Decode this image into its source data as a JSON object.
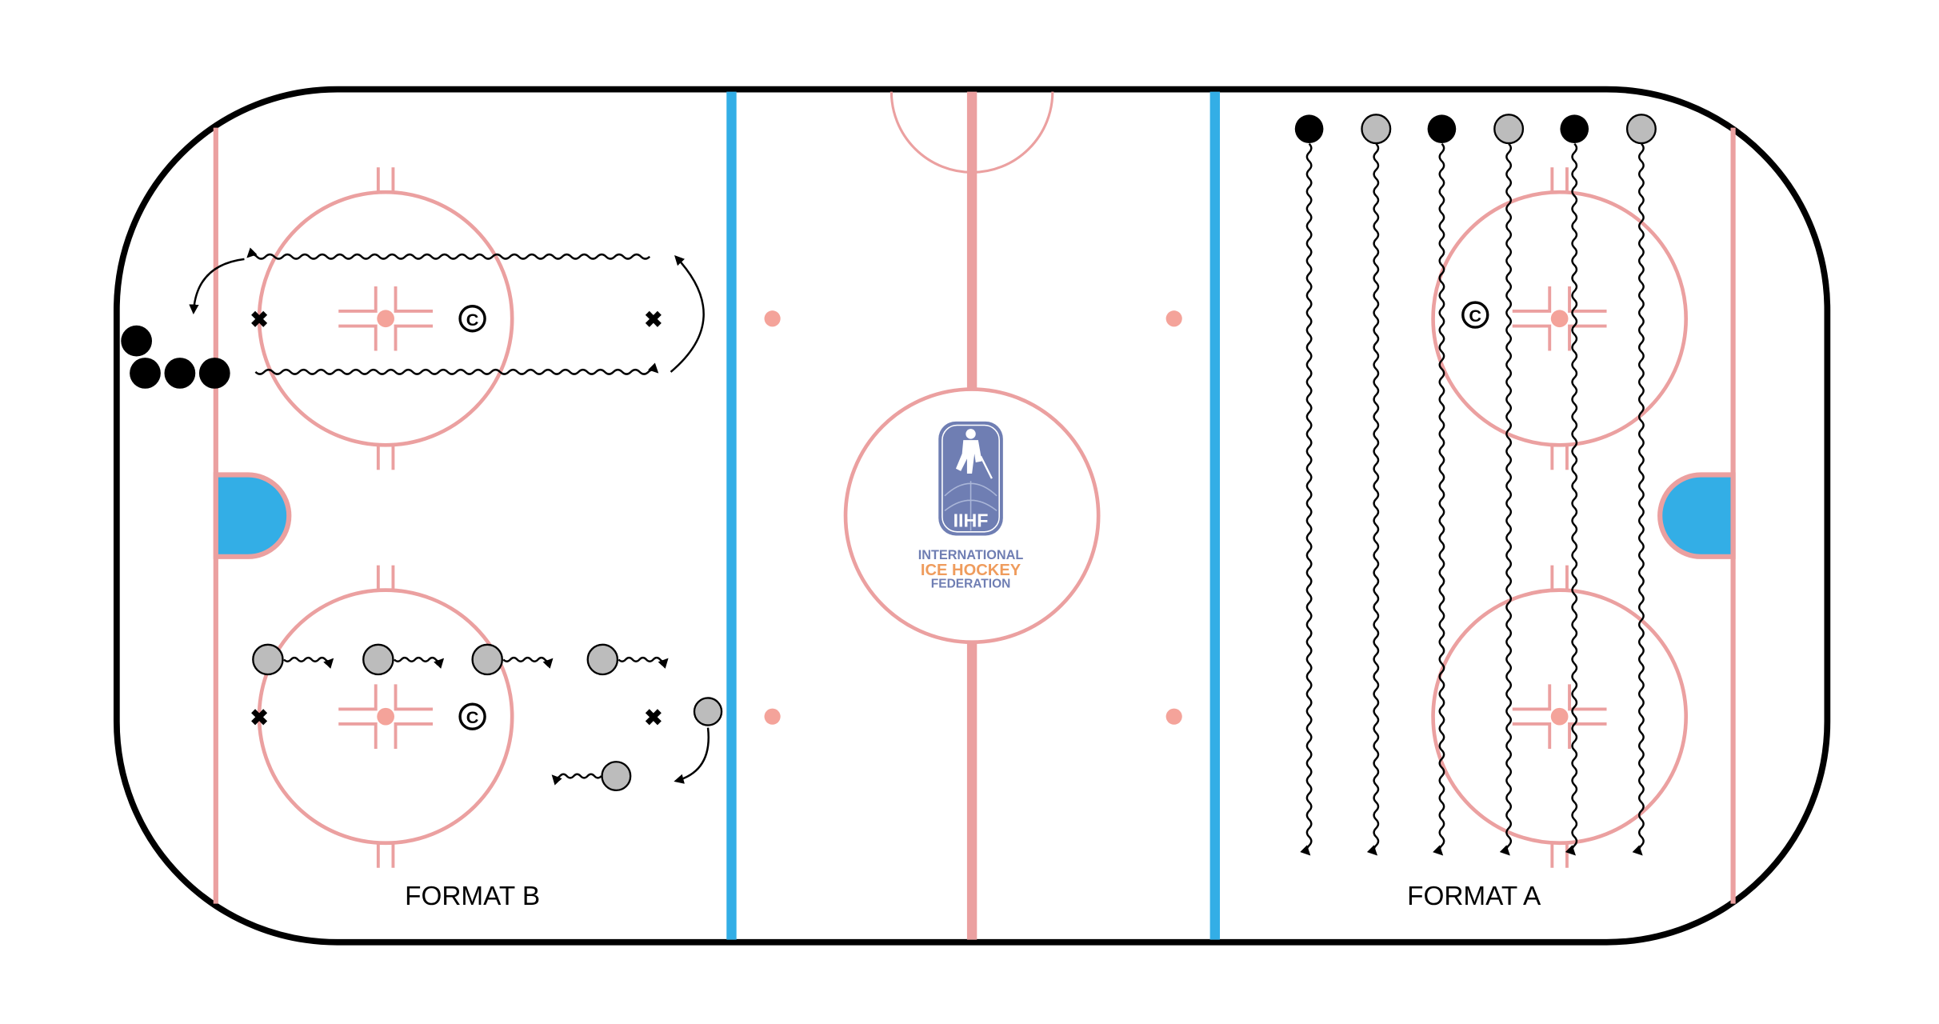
{
  "labels": {
    "format_b": "FORMAT B",
    "format_a": "FORMAT A",
    "coach_mark": "C",
    "cone_mark": "✖"
  },
  "logo": {
    "acronym": "IIHF",
    "line1": "INTERNATIONAL",
    "line2": "ICE HOCKEY",
    "line3": "FEDERATION",
    "icon": "hockey-player-icon"
  },
  "colors": {
    "board": "#000000",
    "rink_red": "#eba0a0",
    "blue_line": "#33aee6",
    "dot": "#f4a39a",
    "player_black": "#000000",
    "player_grey": "#bcbcbc",
    "logo_blue": "#6f7eb3",
    "logo_orange": "#ef9c5d"
  }
}
